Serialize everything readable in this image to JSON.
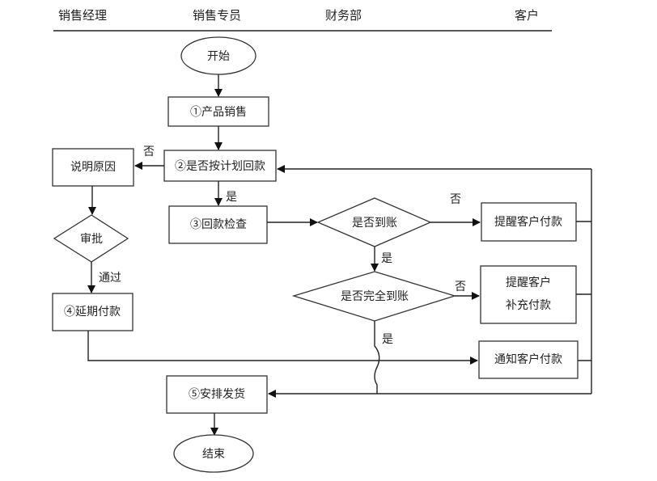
{
  "lanes": [
    "销售经理",
    "销售专员",
    "财务部",
    "客户"
  ],
  "nodes": {
    "start": "开始",
    "step1": "①产品销售",
    "step2": "②是否按计划回款",
    "explain": "说明原因",
    "approve": "审批",
    "step4": "④延期付款",
    "step3": "③回款检查",
    "received": "是否到账",
    "fully_received": "是否完全到账",
    "remind_pay": "提醒客户付款",
    "remind_supp_1": "提醒客户",
    "remind_supp_2": "补充付款",
    "notify_pay": "通知客户付款",
    "step5": "⑤安排发货",
    "end": "结束"
  },
  "edge_labels": {
    "no_explain": "否",
    "yes_check": "是",
    "pass": "通过",
    "no_received": "否",
    "yes_received": "是",
    "no_full": "否",
    "yes_full": "是"
  }
}
